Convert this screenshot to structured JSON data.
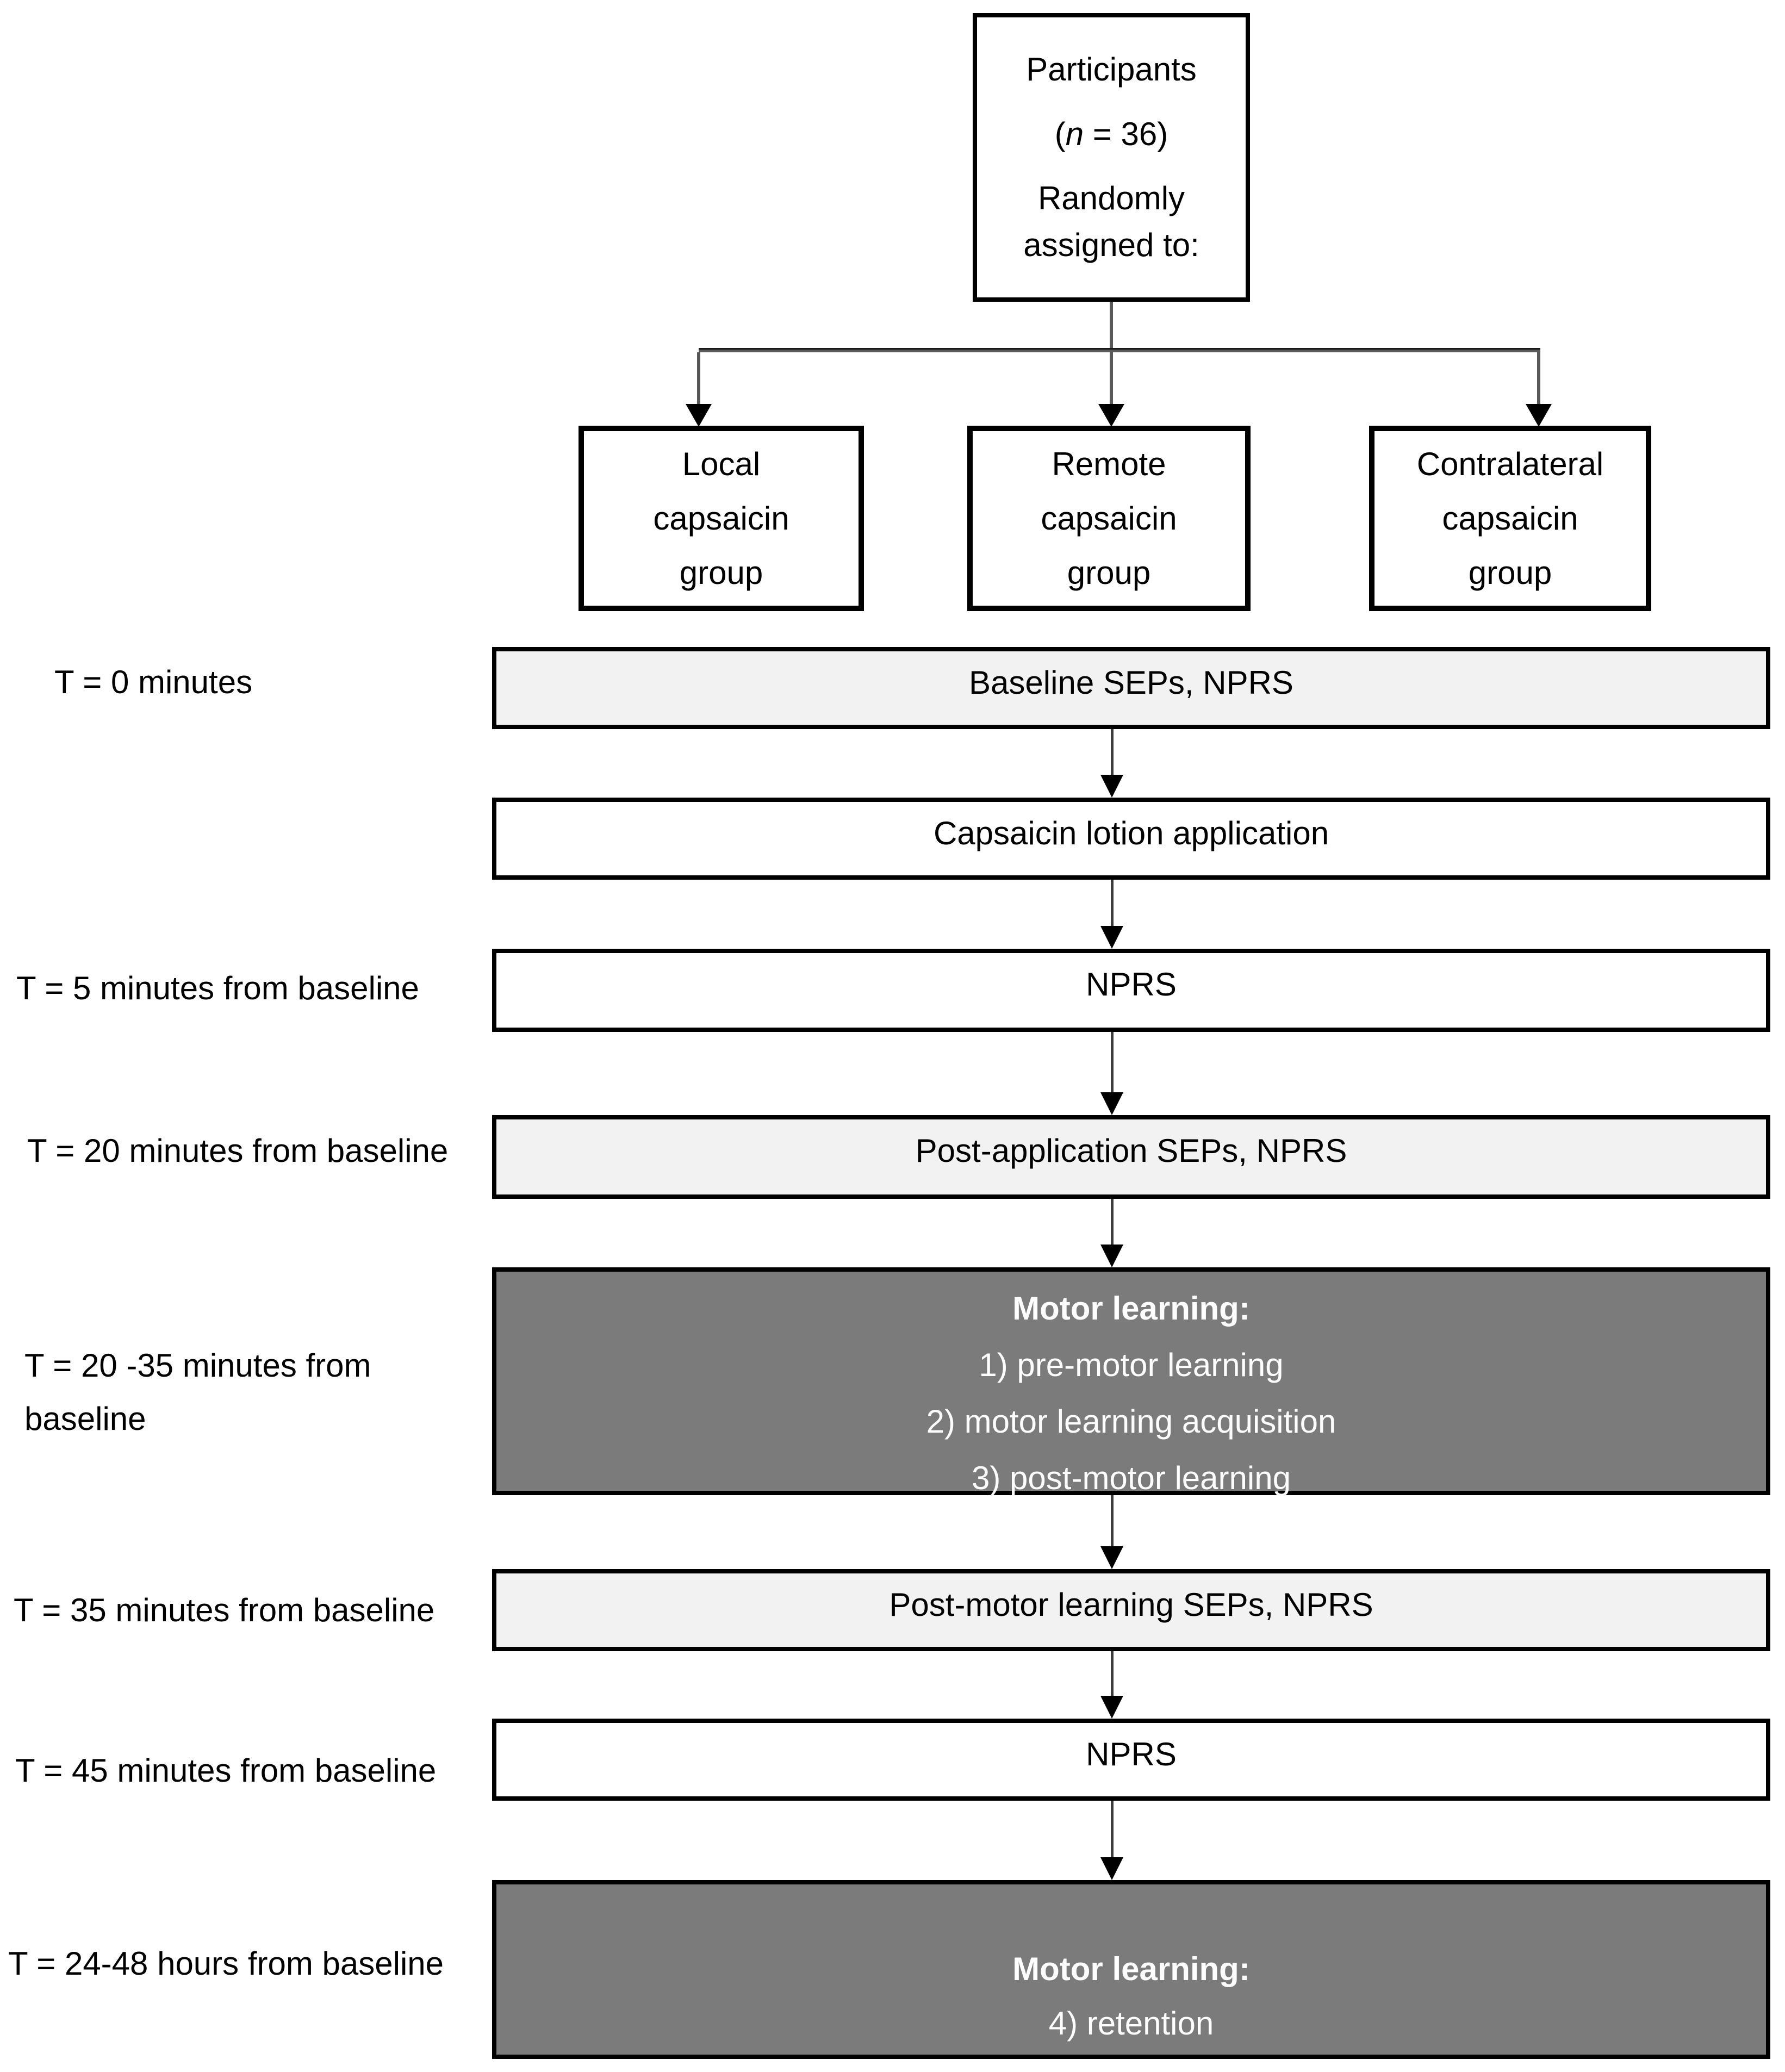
{
  "participants_box": {
    "line1": "Participants",
    "n_open": "(",
    "n_var": "n",
    "n_rest": " = 36)",
    "line3": "Randomly",
    "line4": "assigned to:"
  },
  "groups": [
    {
      "name": "Local capsaicin group",
      "lines": [
        "Local",
        "capsaicin",
        "group"
      ]
    },
    {
      "name": "Remote capsaicin group",
      "lines": [
        "Remote",
        "capsaicin",
        "group"
      ]
    },
    {
      "name": "Contralateral capsaicin group",
      "lines": [
        "Contralateral",
        "capsaicin",
        "group"
      ]
    }
  ],
  "timeline": [
    {
      "time": "T = 0 minutes",
      "text": "Baseline SEPs, NPRS",
      "variant": "light"
    },
    {
      "time": "",
      "text": "Capsaicin lotion application",
      "variant": "white"
    },
    {
      "time": "T = 5 minutes from baseline",
      "text": "NPRS",
      "variant": "white"
    },
    {
      "time": "T = 20 minutes from baseline",
      "text": "Post-application SEPs, NPRS",
      "variant": "light"
    },
    {
      "time_line1": "T = 20 -35 minutes from",
      "time_line2": "baseline",
      "title": "Motor learning:",
      "items": [
        "1) pre-motor learning",
        "2) motor learning acquisition",
        "3) post-motor learning"
      ],
      "variant": "dark"
    },
    {
      "time": "T = 35 minutes from baseline",
      "text": "Post-motor learning SEPs, NPRS",
      "variant": "light"
    },
    {
      "time": "T = 45 minutes from baseline",
      "text": "NPRS",
      "variant": "white"
    },
    {
      "time": "T = 24-48 hours from baseline",
      "title": "Motor learning:",
      "items": [
        "4) retention"
      ],
      "variant": "dark"
    }
  ],
  "colors": {
    "light_bar": "#f2f2f2",
    "white_bar": "#ffffff",
    "dark_box": "#7b7b7b",
    "dark_box_text": "#fdfdfd",
    "border": "#000000",
    "text": "#000000",
    "connector": "#595959"
  }
}
